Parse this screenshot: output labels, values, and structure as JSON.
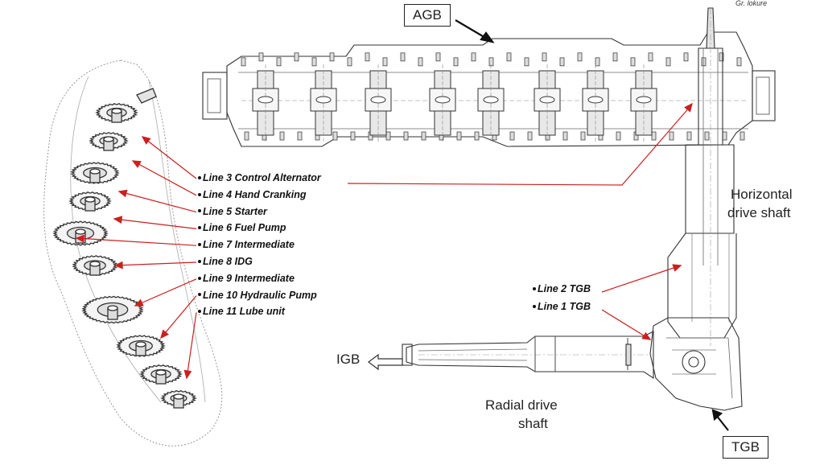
{
  "labels": {
    "agb": "AGB",
    "tgb": "TGB",
    "igb": "IGB",
    "horizontal_line1": "Horizontal",
    "horizontal_line2": "drive shaft",
    "radial_line1": "Radial drive",
    "radial_line2": "shaft",
    "corner_text": "Gr. lokure"
  },
  "gear_lines": [
    "Line 3 Control Alternator",
    "Line 4 Hand Cranking",
    "Line 5 Starter",
    "Line 6 Fuel Pump",
    "Line 7 Intermediate",
    "Line 8 IDG",
    "Line 9 Intermediate",
    "Line 10 Hydraulic Pump",
    "Line 11 Lube unit"
  ],
  "tgb_lines": [
    "Line 2 TGB",
    "Line 1 TGB"
  ],
  "colors": {
    "leader": "#cc1f1f",
    "drawing": "#333333",
    "label": "#111111"
  }
}
